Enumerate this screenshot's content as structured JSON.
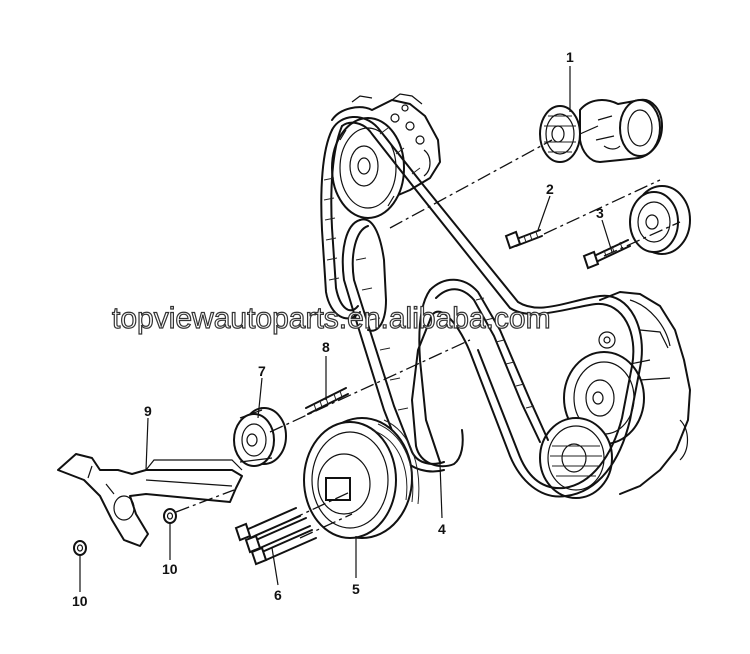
{
  "diagram": {
    "callouts": [
      "1",
      "2",
      "3",
      "4",
      "5",
      "6",
      "7",
      "8",
      "9",
      "10",
      "10"
    ],
    "watermark": "topviewautoparts.en.alibaba.com"
  }
}
